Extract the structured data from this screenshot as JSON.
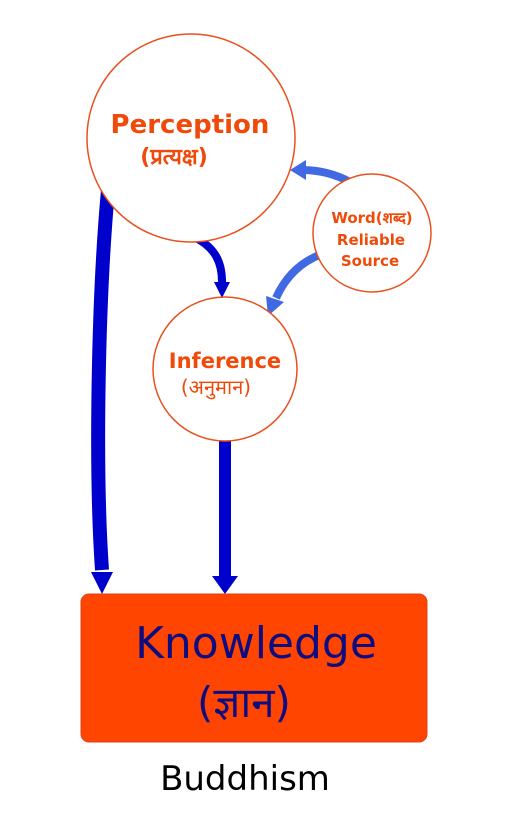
{
  "nodes": {
    "perception": {
      "label": "Perception",
      "sublabel": "(प्रत्यक्ष)"
    },
    "word": {
      "line1": "Word(शब्द)",
      "line2": "Reliable",
      "line3": "Source"
    },
    "inference": {
      "label": "Inference",
      "sublabel": "(अनुमान)"
    },
    "knowledge": {
      "label": "Knowledge",
      "sublabel": "(ज्ञान)"
    }
  },
  "caption": "Buddhism",
  "colors": {
    "node_text": "#f04a0a",
    "node_border": "#e8501e",
    "knowledge_box": "#ff4500",
    "knowledge_text": "#0d0d80",
    "arrow_dark_blue": "#0000cc",
    "arrow_light_blue": "#4169e1"
  }
}
